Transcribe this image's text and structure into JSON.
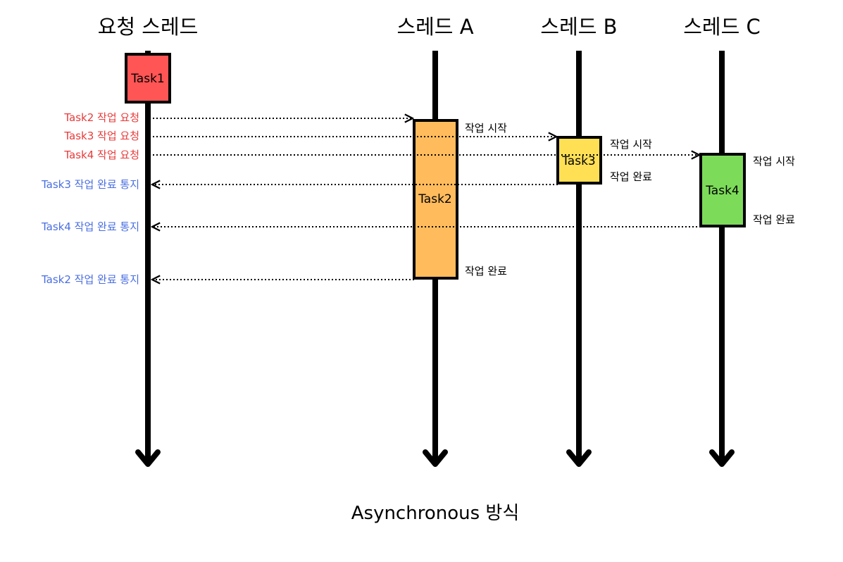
{
  "lanes": {
    "request": "요청 스레드",
    "a": "스레드 A",
    "b": "스레드 B",
    "c": "스레드 C"
  },
  "tasks": {
    "task1": "Task1",
    "task2": "Task2",
    "task3": "Task3",
    "task4": "Task4"
  },
  "requests": [
    "Task2 작업 요청",
    "Task3 작업 요청",
    "Task4 작업 요청"
  ],
  "notifications": {
    "task3_done": "Task3 작업 완료 통지",
    "task4_done": "Task4 작업 완료 통지",
    "task2_done": "Task2 작업 완료 통지"
  },
  "notes": {
    "a_start": "작업 시작",
    "a_end": "작업 완료",
    "b_start": "작업 시작",
    "b_end": "작업 완료",
    "c_start": "작업 시작",
    "c_end": "작업 완료"
  },
  "caption": "Asynchronous 방식",
  "colors": {
    "task1": "#ff5555",
    "task2": "#ffbb5c",
    "task3": "#ffe055",
    "task4": "#7ddb5a",
    "request_text": "#e83a3a",
    "notify_text": "#4a6ee0"
  }
}
